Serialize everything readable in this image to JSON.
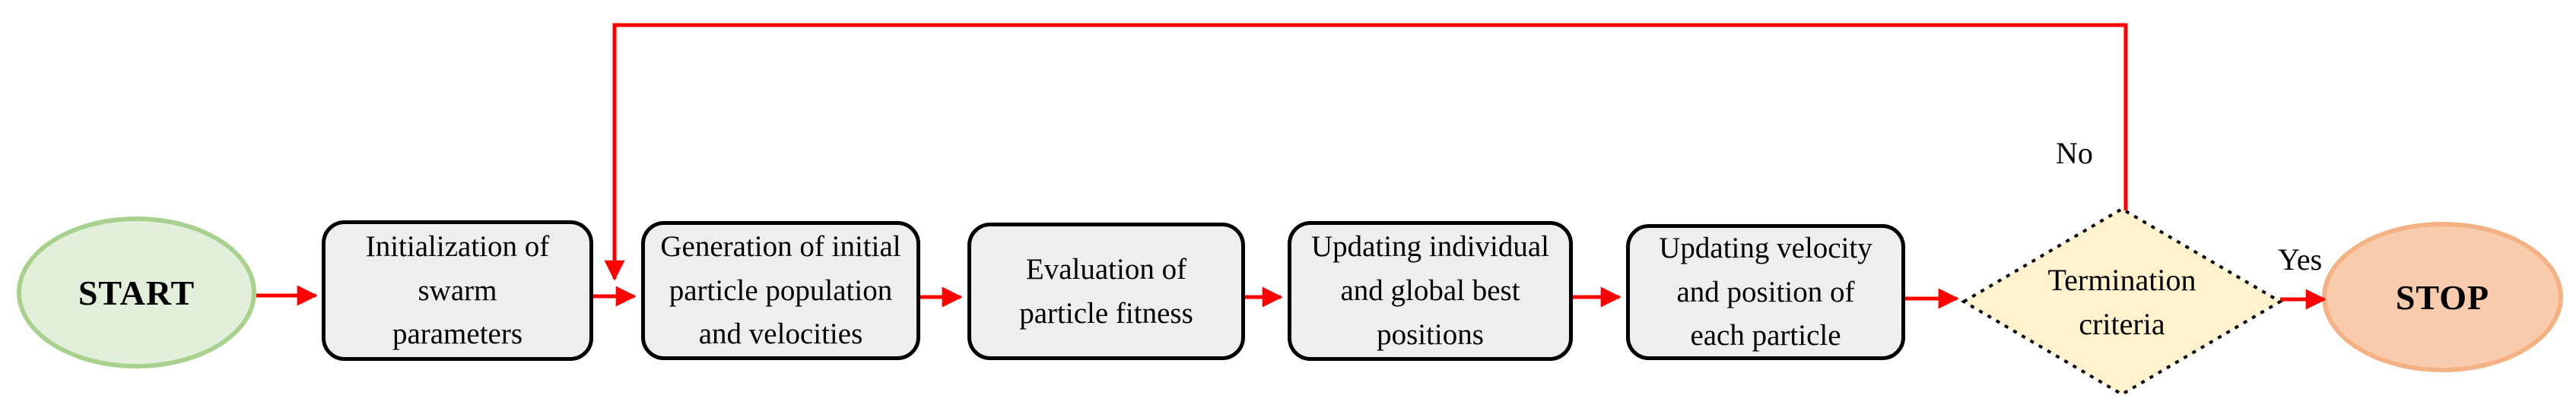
{
  "diagram": {
    "nodes": {
      "start": {
        "label": "START"
      },
      "steps": [
        {
          "label": "Initialization of\nswarm\nparameters"
        },
        {
          "label": "Generation of initial\nparticle population\nand velocities"
        },
        {
          "label": "Evaluation of\nparticle fitness"
        },
        {
          "label": "Updating individual\nand global best\npositions"
        },
        {
          "label": "Updating velocity\nand position of\neach particle"
        }
      ],
      "decision": {
        "label": "Termination\ncriteria"
      },
      "stop": {
        "label": "STOP"
      }
    },
    "edges": {
      "no_label": "No",
      "yes_label": "Yes"
    },
    "colors": {
      "arrow": "#ff0000",
      "start_fill": "#e2efda",
      "start_border": "#a9d18e",
      "stop_fill": "#f8cbad",
      "stop_border": "#f4b183",
      "decision_fill": "#fff2cc",
      "decision_border": "#000000",
      "process_fill": "#eeeeee",
      "process_border": "#000000"
    }
  }
}
